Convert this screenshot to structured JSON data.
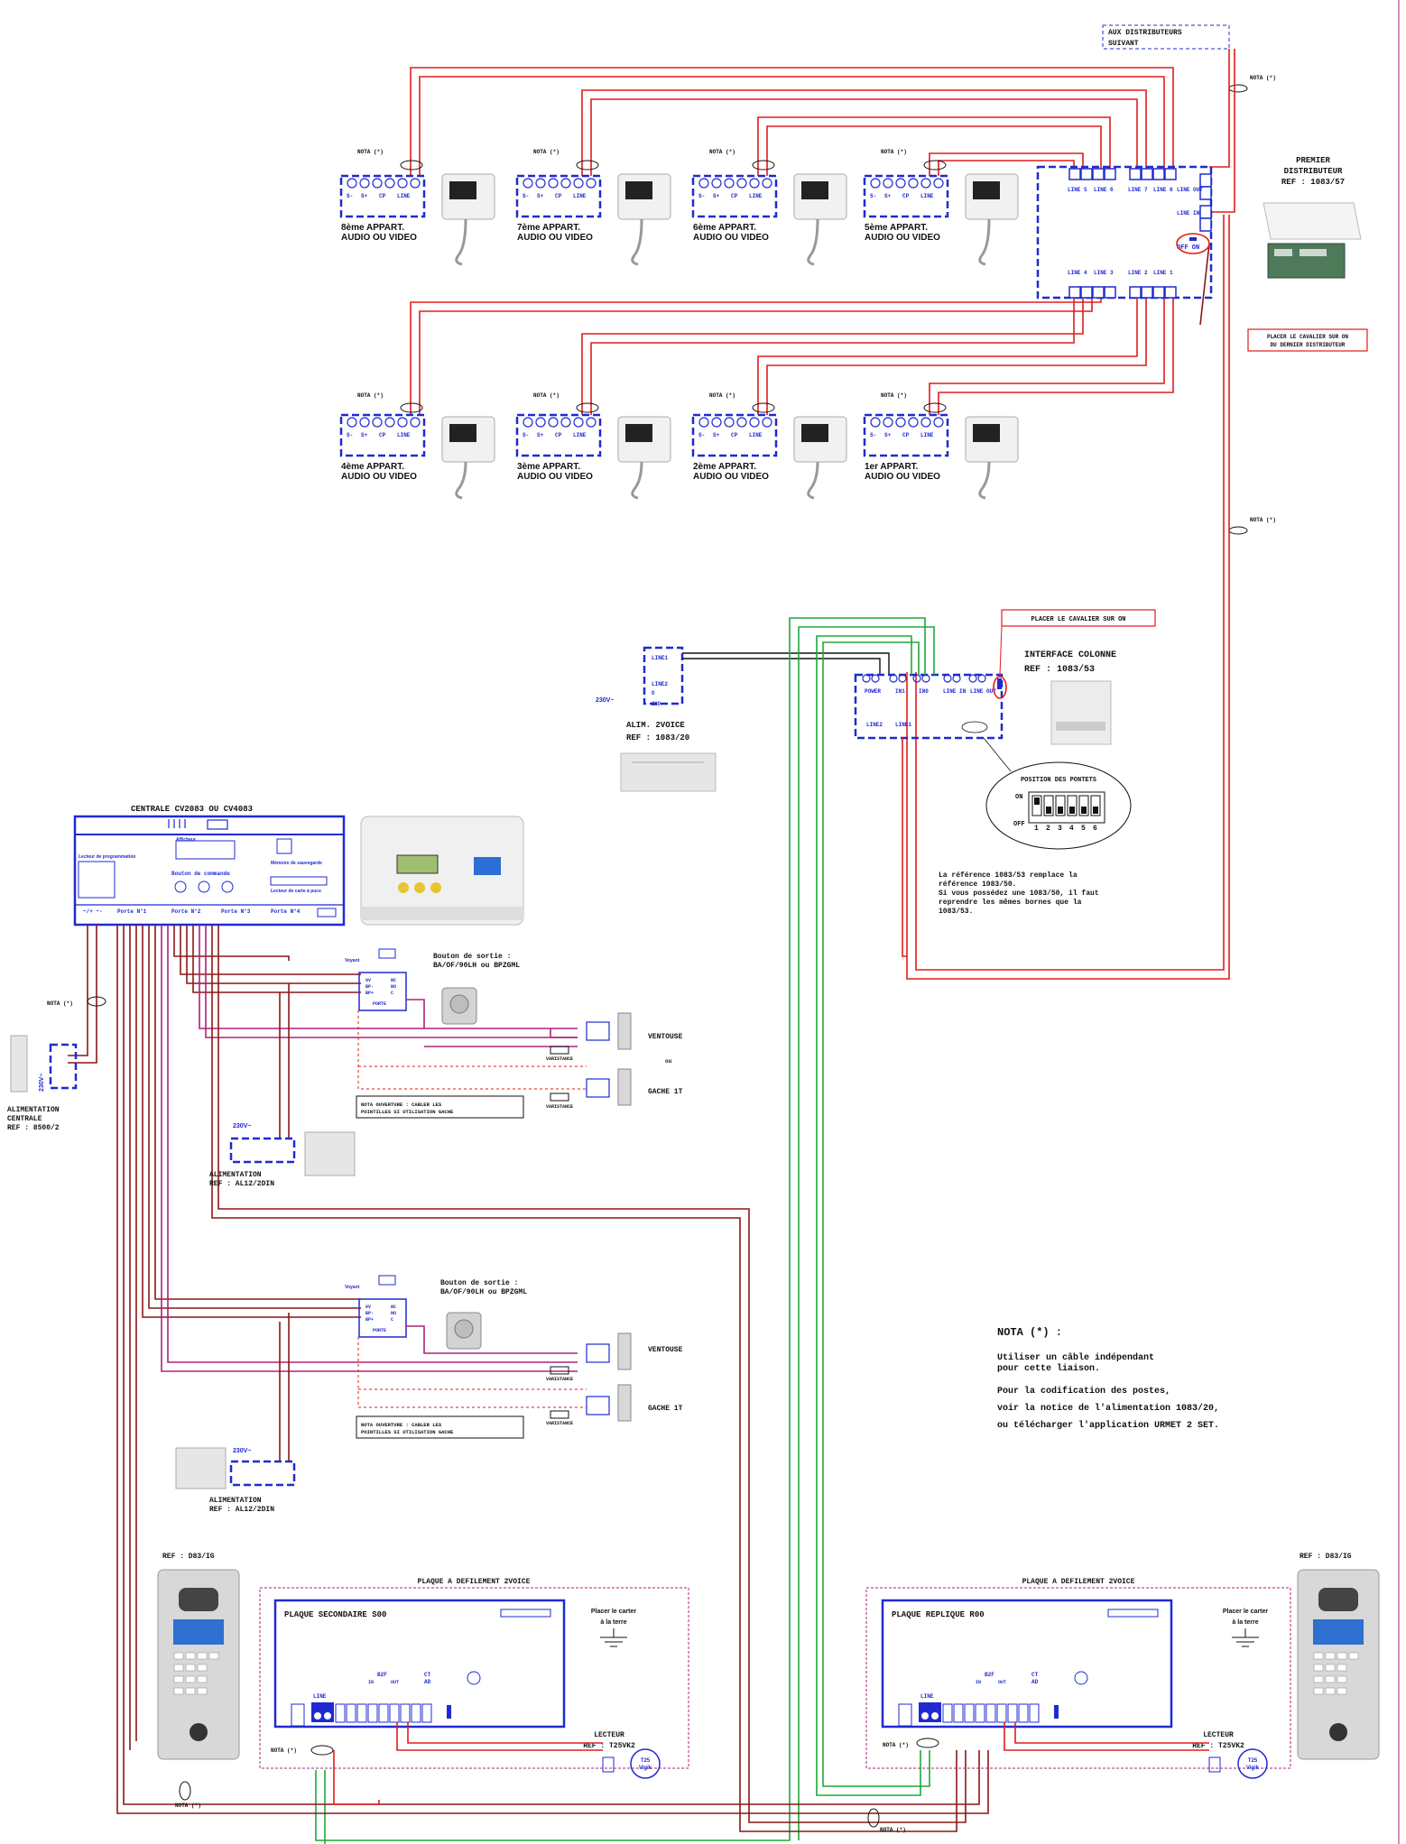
{
  "header": {
    "aux_line1": "AUX DISTRIBUTEURS",
    "aux_line2": "SUIVANT"
  },
  "nota_label": "NOTA (*)",
  "terminal_labels": {
    "s_minus": "S-",
    "s_plus": "S+",
    "cp": "CP",
    "line": "LINE"
  },
  "apartments_top": [
    {
      "line1": "8ème APPART.",
      "line2": "AUDIO OU VIDEO"
    },
    {
      "line1": "7ème APPART.",
      "line2": "AUDIO OU VIDEO"
    },
    {
      "line1": "6ème APPART.",
      "line2": "AUDIO OU VIDEO"
    },
    {
      "line1": "5ème APPART.",
      "line2": "AUDIO OU VIDEO"
    }
  ],
  "apartments_bottom": [
    {
      "line1": "4ème APPART.",
      "line2": "AUDIO OU VIDEO"
    },
    {
      "line1": "3ème APPART.",
      "line2": "AUDIO OU VIDEO"
    },
    {
      "line1": "2ème APPART.",
      "line2": "AUDIO OU VIDEO"
    },
    {
      "line1": "1er APPART.",
      "line2": "AUDIO OU VIDEO"
    }
  ],
  "distributor": {
    "title1": "PREMIER",
    "title2": "DISTRIBUTEUR",
    "ref": "REF : 1083/57",
    "lines_top": [
      "LINE 5",
      "LINE 6",
      "LINE 7",
      "LINE 8"
    ],
    "lines_bottom": [
      "LINE 4",
      "LINE 3",
      "LINE 2",
      "LINE 1"
    ],
    "line_out": "LINE OUT",
    "line_in": "LINE IN",
    "off_on": "OFF ON",
    "cavalier_note1": "PLACER LE CAVALIER SUR ON",
    "cavalier_note2": "DU DERNIER DISTRIBUTEUR"
  },
  "alim2voice": {
    "line1": "LINE1",
    "line2": "LINE2",
    "v230": "230V~",
    "zero": "0",
    "t230": "230",
    "title": "ALIM. 2VOICE",
    "ref": "REF : 1083/20"
  },
  "interface": {
    "cavalier": "PLACER LE CAVALIER SUR ON",
    "title": "INTERFACE COLONNE",
    "ref": "REF : 1083/53",
    "terms": [
      "POWER",
      "IN1",
      "IN0",
      "LINE IN",
      "LINE OUT"
    ],
    "bottom_terms": [
      "LINE2",
      "LINE1"
    ],
    "pontets_title": "POSITION DES PONTETS",
    "on": "ON",
    "off": "OFF",
    "dips": [
      "1",
      "2",
      "3",
      "4",
      "5",
      "6"
    ],
    "remark": [
      "La référence 1083/53 remplace la",
      "référence 1083/50.",
      "Si vous possédez une 1083/50, il faut",
      "reprendre les mêmes bornes que la",
      "1083/53."
    ]
  },
  "centrale": {
    "title": "CENTRALE CV2083 OU CV4083",
    "afficheur": "Afficheur",
    "lecteur_prog": "Lecteur de programmation",
    "boutons": "Bouton de commande",
    "memoire": "Mémoire de sauvegarde",
    "lecteur_carte": "Lecteur de carte à puce",
    "portes": [
      "Porte N°1",
      "Porte N°2",
      "Porte N°3",
      "Porte N°4"
    ],
    "power_label": "~/+ ~-"
  },
  "alim_centrale": {
    "line1": "ALIMENTATION",
    "line2": "CENTRALE",
    "ref": "REF : 8500/2",
    "v": "230V~"
  },
  "door1": {
    "bouton_title": "Bouton de sortie :",
    "bouton_ref": "BA/OF/90LH ou BPZGML",
    "voyant": "Voyant",
    "porte": "PORTE",
    "pins_left": [
      "0V",
      "BP-",
      "BP+"
    ],
    "pins_right": [
      "NC",
      "NO",
      "C"
    ],
    "ventouse": "VENTOUSE",
    "ou": "ou",
    "gache": "GACHE 1T",
    "varistance": "VARISTANCE",
    "nota_ouverture1": "NOTA OUVERTURE : CABLER LES",
    "nota_ouverture2": "POINTILLES SI UTILISATION GACHE"
  },
  "door2": {
    "bouton_title": "Bouton de sortie :",
    "bouton_ref": "BA/OF/90LH ou BPZGML",
    "ventouse": "VENTOUSE",
    "gache": "GACHE 1T",
    "varistance": "VARISTANCE",
    "nota_ouverture1": "NOTA OUVERTURE : CABLER LES",
    "nota_ouverture2": "POINTILLES SI UTILISATION GACHE"
  },
  "alim_al12": {
    "title": "ALIMENTATION",
    "ref": "REF : AL12/2DIN",
    "v": "230V~"
  },
  "nota_block": {
    "title": "NOTA (*) :",
    "p1a": "Utiliser un câble indépendant",
    "p1b": "pour cette liaison.",
    "p2a": "Pour la codification des postes,",
    "p2b": "voir la notice de l'alimentation 1083/20,",
    "p2c": "ou télécharger l'application URMET 2 SET."
  },
  "plaque_left": {
    "ref": "REF : D83/IG",
    "frame_title": "PLAQUE A DEFILEMENT 2VOICE",
    "name": "PLAQUE SECONDAIRE S00",
    "carter1": "Placer le carter",
    "carter2": "à la terre",
    "line": "LINE",
    "b2f": "B2F",
    "in": "IN",
    "out": "OUT",
    "ct": "CT",
    "ad": "AD",
    "lecteur": "LECTEUR",
    "lecteur_ref": "REF : T25VK2",
    "t25a": "T25",
    "t25b": "Vigik"
  },
  "plaque_right": {
    "ref": "REF : D83/IG",
    "frame_title": "PLAQUE A DEFILEMENT 2VOICE",
    "name": "PLAQUE REPLIQUE R00",
    "carter1": "Placer le carter",
    "carter2": "à la terre",
    "line": "LINE",
    "b2f": "B2F",
    "in": "IN",
    "out": "OUT",
    "ct": "CT",
    "ad": "AD",
    "lecteur": "LECTEUR",
    "lecteur_ref": "REF : T25VK2",
    "t25a": "T25",
    "t25b": "Vigik"
  }
}
